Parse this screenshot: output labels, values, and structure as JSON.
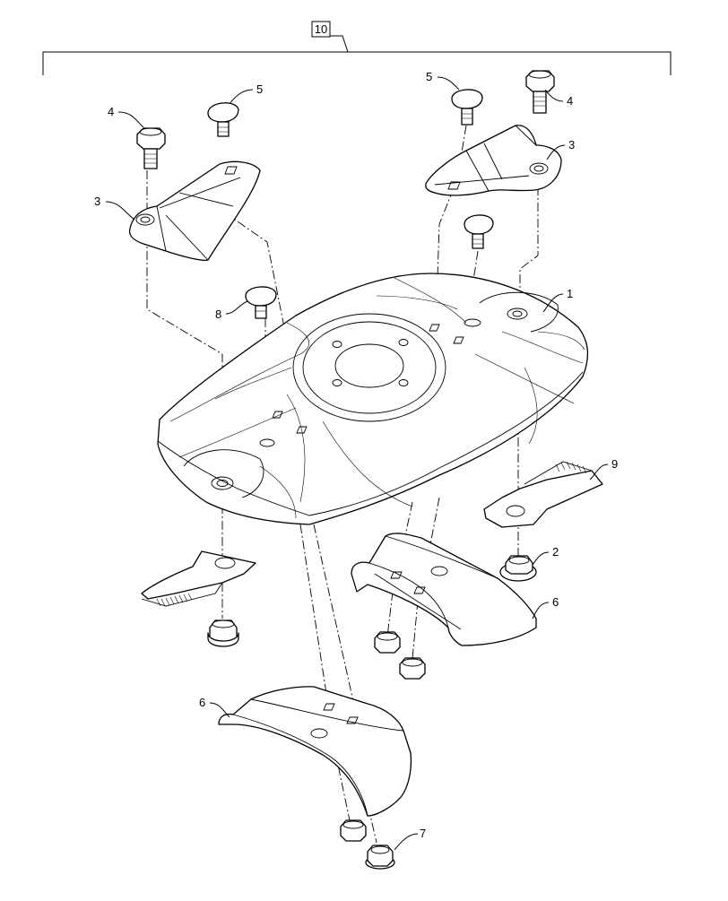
{
  "diagram": {
    "assembly_callout": "10",
    "callouts": [
      {
        "id": "callout-1",
        "label": "1"
      },
      {
        "id": "callout-2",
        "label": "2"
      },
      {
        "id": "callout-3-left",
        "label": "3"
      },
      {
        "id": "callout-3-right",
        "label": "3"
      },
      {
        "id": "callout-4-left",
        "label": "4"
      },
      {
        "id": "callout-4-right",
        "label": "4"
      },
      {
        "id": "callout-5-left",
        "label": "5"
      },
      {
        "id": "callout-5-right",
        "label": "5"
      },
      {
        "id": "callout-6-right",
        "label": "6"
      },
      {
        "id": "callout-6-left",
        "label": "6"
      },
      {
        "id": "callout-7",
        "label": "7"
      },
      {
        "id": "callout-8",
        "label": "8"
      },
      {
        "id": "callout-9",
        "label": "9"
      }
    ]
  }
}
